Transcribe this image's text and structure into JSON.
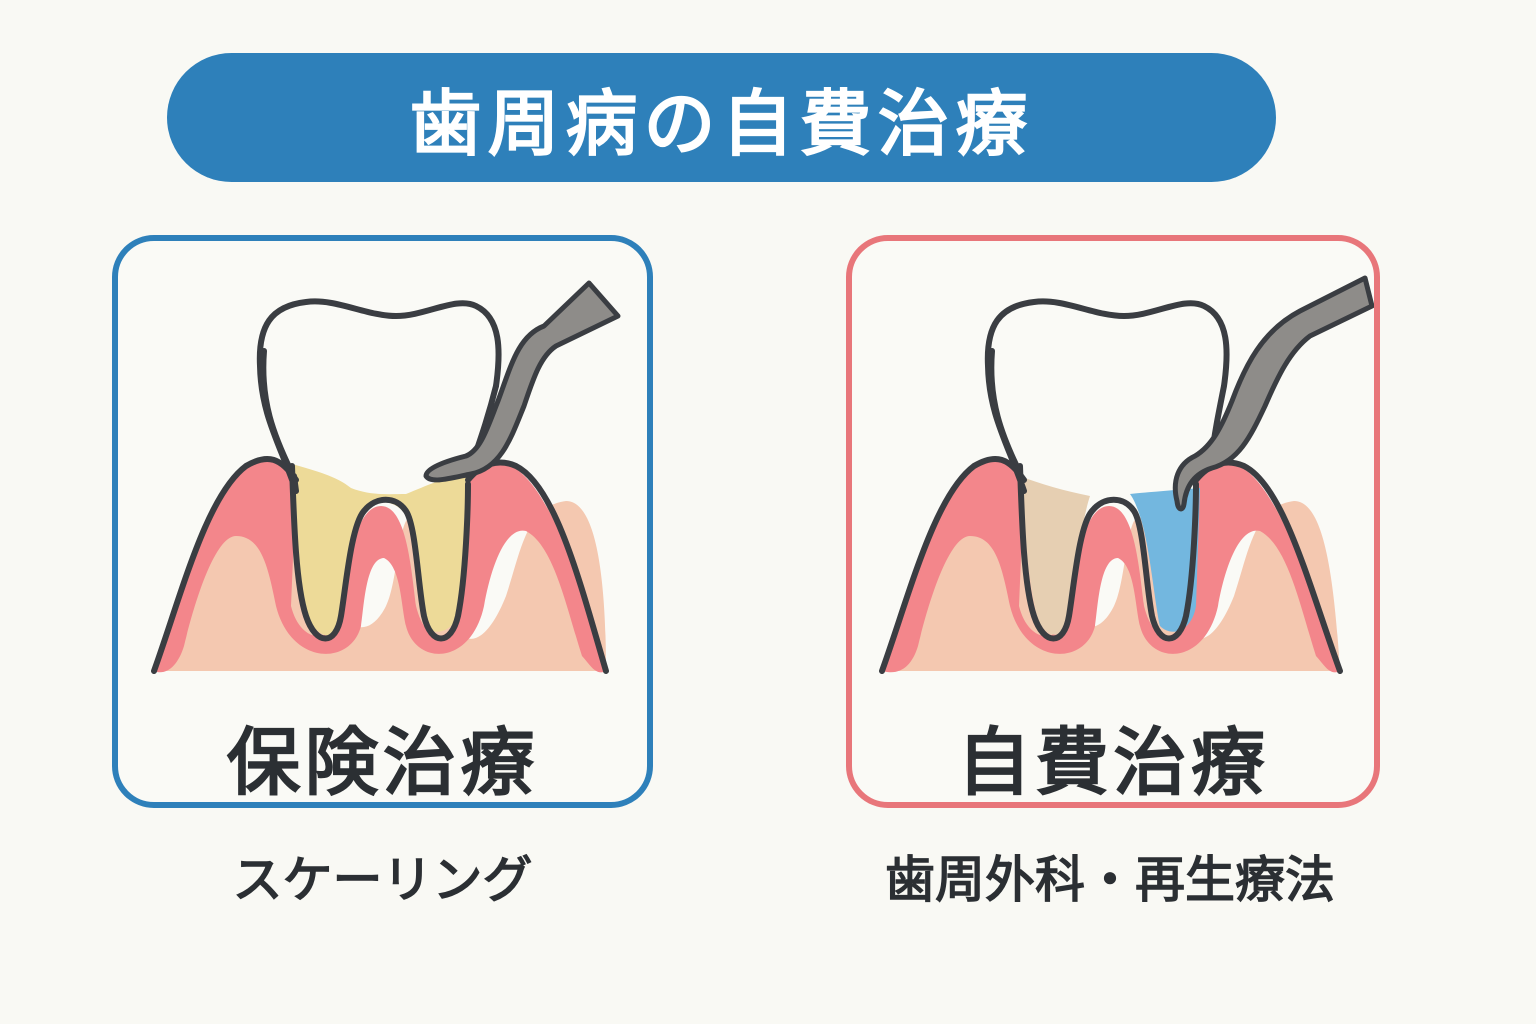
{
  "title": "歯周病の自費治療",
  "colors": {
    "background": "#F9F9F4",
    "title_bar": "#2E80BA",
    "title_text": "#FFFFFF",
    "insurance_border": "#2E80BA",
    "self_pay_border": "#E8767A",
    "text_dark": "#2B2F33",
    "gum": "#F3868B",
    "bone": "#F4C8B0",
    "tooth_outline": "#3A3D42",
    "tartar": "#EDDA98",
    "cleaned_root": "#E6CFB2",
    "regeneration_area": "#73B7DF",
    "instrument": "#8E8C89"
  },
  "panels": [
    {
      "id": "insurance",
      "label": "保険治療",
      "subtitle": "スケーリング",
      "illustration": "tooth-with-tartar-and-scaler-icon"
    },
    {
      "id": "self_pay",
      "label": "自費治療",
      "subtitle": "歯周外科・再生療法",
      "illustration": "tooth-with-regeneration-and-curette-icon"
    }
  ]
}
